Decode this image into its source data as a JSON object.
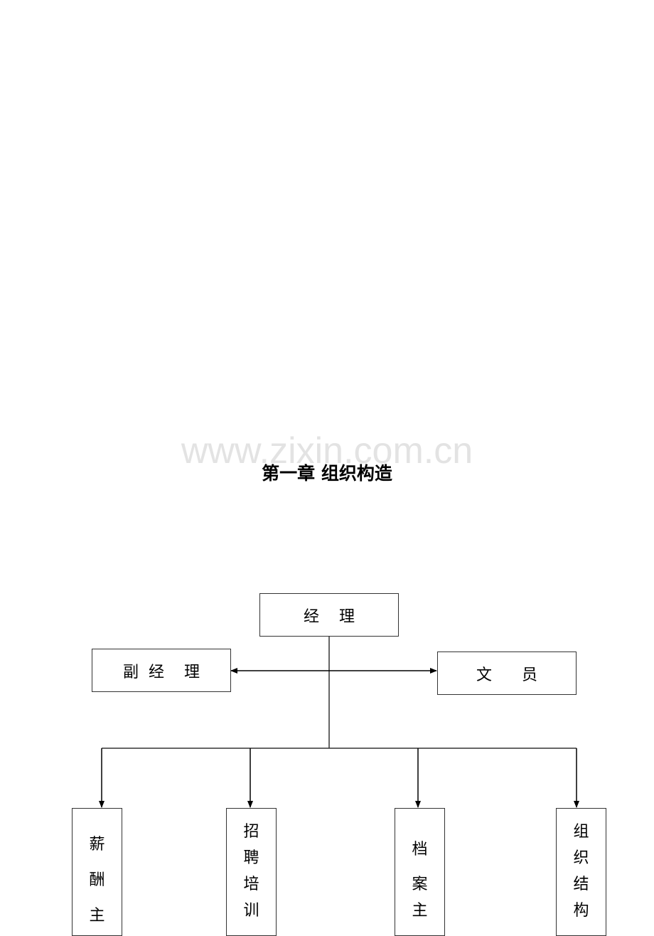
{
  "watermark": "www.zixin.com.cn",
  "chapter_title": "第一章  组织构造",
  "org_chart": {
    "manager": {
      "label": "经    理"
    },
    "deputy_manager": {
      "label": "副  经    理"
    },
    "clerk": {
      "label": "文      员"
    },
    "departments": [
      {
        "label_chars": [
          "薪",
          "酬",
          "主"
        ]
      },
      {
        "label_chars": [
          "招",
          "聘",
          "培",
          "训"
        ]
      },
      {
        "label_chars": [
          "档",
          "案",
          "主"
        ]
      },
      {
        "label_chars": [
          "组",
          "织",
          "结",
          "构"
        ]
      }
    ],
    "line_color": "#333333"
  }
}
